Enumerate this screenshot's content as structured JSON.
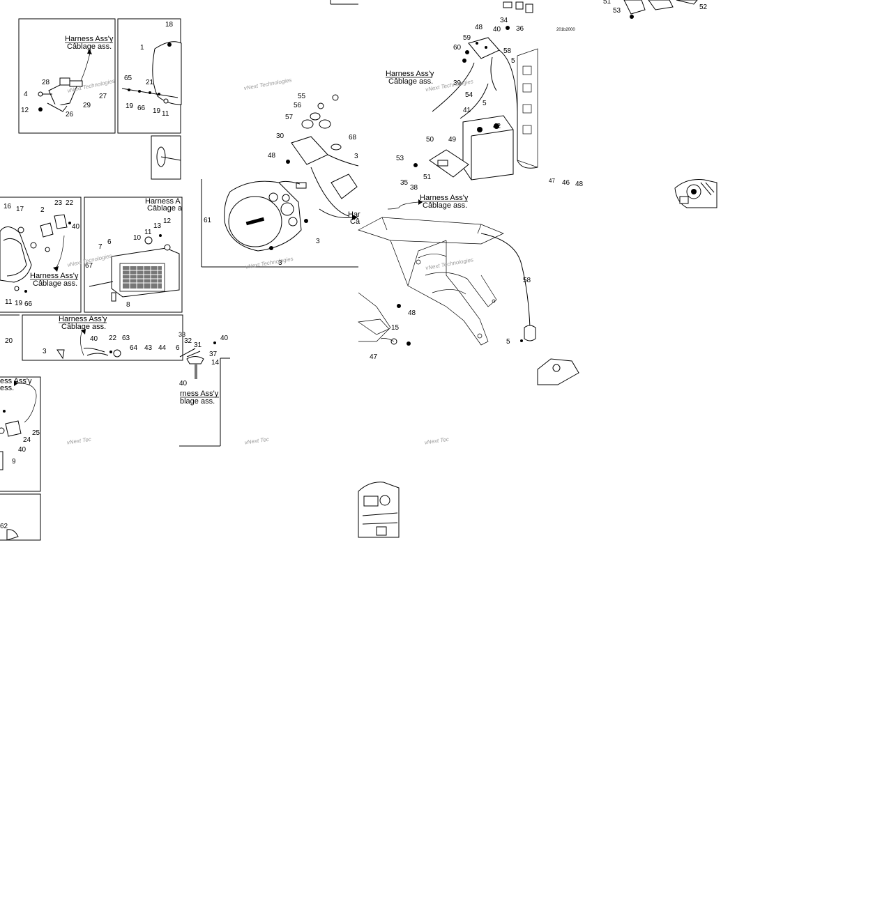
{
  "harness_label_en": "Harness Ass'y",
  "harness_label_fr": "Câblage ass.",
  "harness_label_en_partial": "Harness A",
  "harness_label_fr_partial": "Câblage a",
  "harness_label_en_cut": "ess Ass'y",
  "harness_label_fr_cut": "ess.",
  "harness_label_en_cut2": "rness Ass'y",
  "harness_label_fr_cut2": "blage ass.",
  "harness_label_en_cut3": "Har",
  "harness_label_fr_cut3": "Câ",
  "watermark": "vNext Technologies",
  "watermark_cut": "vNext Tec",
  "watermark_cut2": "vNext Tecnologies",
  "drawing_code": "201b2000",
  "callouts": {
    "c1": "1",
    "c2": "2",
    "c3": "3",
    "c4": "4",
    "c5": "5",
    "c6": "6",
    "c7": "7",
    "c8": "8",
    "c9": "9",
    "c10": "10",
    "c11": "11",
    "c12": "12",
    "c13": "13",
    "c14": "14",
    "c15": "15",
    "c16": "16",
    "c17": "17",
    "c18": "18",
    "c19": "19",
    "c20": "20",
    "c21": "21",
    "c22": "22",
    "c23": "23",
    "c24": "24",
    "c25": "25",
    "c26": "26",
    "c27": "27",
    "c28": "28",
    "c29": "29",
    "c30": "30",
    "c31": "31",
    "c32": "32",
    "c33": "33",
    "c34": "34",
    "c35": "35",
    "c36": "36",
    "c37": "37",
    "c38": "38",
    "c39": "39",
    "c40": "40",
    "c41": "41",
    "c42": "42",
    "c43": "43",
    "c44": "44",
    "c46": "46",
    "c47": "47",
    "c48": "48",
    "c49": "49",
    "c50": "50",
    "c51": "51",
    "c52": "52",
    "c53": "53",
    "c54": "54",
    "c55": "55",
    "c56": "56",
    "c57": "57",
    "c58": "58",
    "c59": "59",
    "c60": "60",
    "c61": "61",
    "c62": "62",
    "c63": "63",
    "c64": "64",
    "c65": "65",
    "c66": "66",
    "c67": "67",
    "c68": "68"
  }
}
